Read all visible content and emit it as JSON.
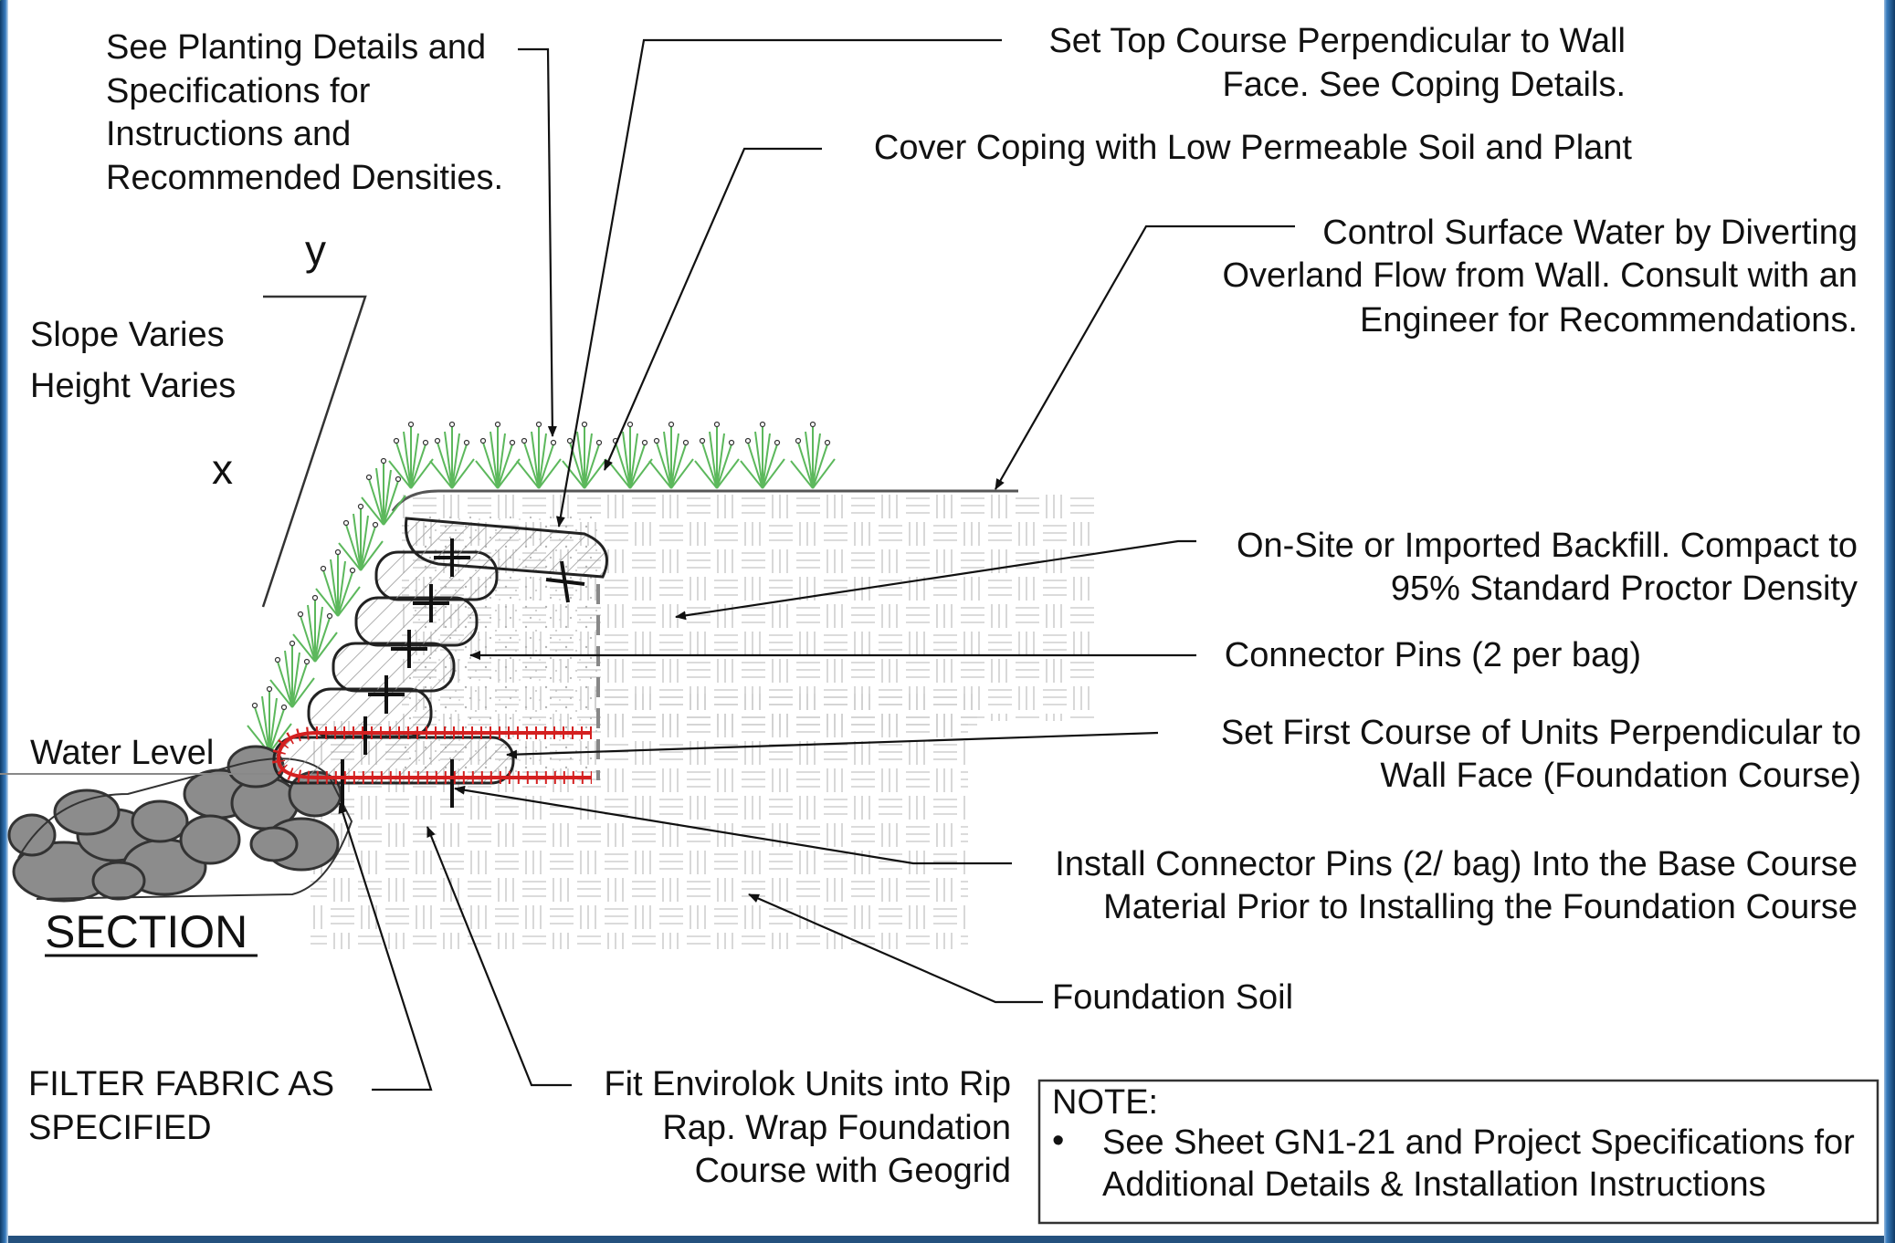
{
  "labels": {
    "planting_1": "See Planting Details and",
    "planting_2": "Specifications for",
    "planting_3": "Instructions and",
    "planting_4": "Recommended Densities.",
    "top_course_1": "Set Top Course Perpendicular to Wall",
    "top_course_2": "Face.  See Coping Details.",
    "cover_coping": "Cover Coping with Low Permeable Soil and Plant",
    "surface_water_1": "Control Surface Water by Diverting",
    "surface_water_2": "Overland Flow from Wall.  Consult with an",
    "surface_water_3": "Engineer for Recommendations.",
    "y": "y",
    "x": "x",
    "slope_varies": "Slope Varies",
    "height_varies": "Height Varies",
    "backfill_1": "On-Site or Imported Backfill. Compact to",
    "backfill_2": "95% Standard Proctor Density",
    "connector_pins": "Connector Pins (2 per bag)",
    "first_course_1": "Set First Course of Units Perpendicular to",
    "first_course_2": "Wall Face (Foundation Course)",
    "water_level": "Water Level",
    "install_pins_1": "Install Connector Pins (2/ bag) Into the Base Course",
    "install_pins_2": "Material Prior to Installing the Foundation Course",
    "section": "SECTION",
    "foundation_soil": "Foundation Soil",
    "filter_fabric_1": "FILTER FABRIC AS",
    "filter_fabric_2": "SPECIFIED",
    "fit_units_1": "Fit Envirolok Units into  Rip",
    "fit_units_2": "Rap.  Wrap Foundation",
    "fit_units_3": "Course with Geogrid"
  },
  "note": {
    "title": "NOTE:",
    "bullet": "•",
    "line_1": "See Sheet GN1-21 and Project Specifications for",
    "line_2": "Additional Details & Installation Instructions"
  },
  "colors": {
    "frame_blue": "#24517e",
    "geogrid_red": "#d42020",
    "plant_green": "#5cb85c",
    "riprap_gray": "#8c8c8c"
  }
}
